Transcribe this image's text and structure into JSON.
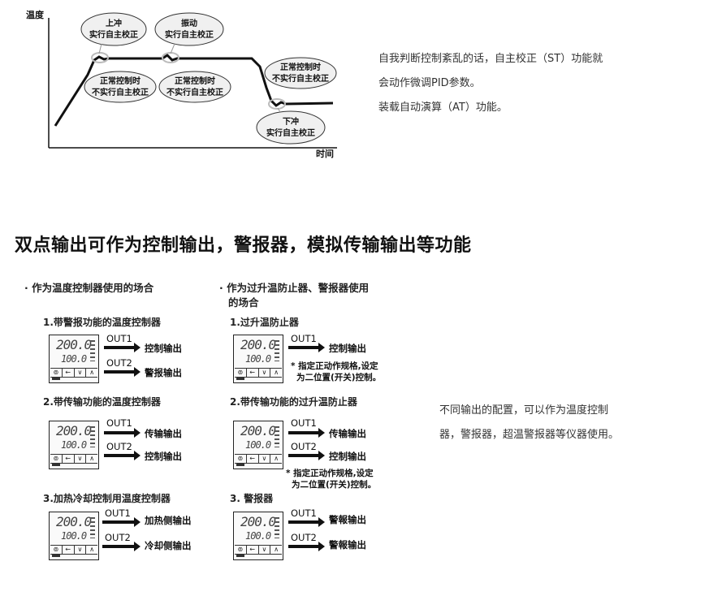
{
  "graph": {
    "y_label": "温度",
    "x_label": "时间",
    "bubbles": {
      "overshoot": [
        "上冲",
        "实行自主校正"
      ],
      "oscillation": [
        "振动",
        "实行自主校正"
      ],
      "normal_1": [
        "正常控制时",
        "不实行自主校正"
      ],
      "normal_2": [
        "正常控制时",
        "不实行自主校正"
      ],
      "normal_3": [
        "正常控制时",
        "不实行自主校正"
      ],
      "undershoot": [
        "下冲",
        "实行自主校正"
      ]
    }
  },
  "description": {
    "line1": "自我判断控制紊乱的话，自主校正（ST）功能就",
    "line2": "会动作微调PID参数。",
    "line3": "装载自动演算（AT）功能。"
  },
  "heading": "双点输出可作为控制输出，警报器，模拟传输输出等功能",
  "left_column": {
    "title": "· 作为温度控制器使用的场合",
    "items": [
      {
        "title": "1.带警报功能的温度控制器",
        "out1": "OUT1",
        "func1": "控制输出",
        "out2": "OUT2",
        "func2": "警报输出"
      },
      {
        "title": "2.带传输功能的温度控制器",
        "out1": "OUT1",
        "func1": "传输输出",
        "out2": "OUT2",
        "func2": "控制输出"
      },
      {
        "title": "3.加热冷却控制用温度控制器",
        "out1": "OUT1",
        "func1": "加热侧输出",
        "out2": "OUT2",
        "func2": "冷却侧输出"
      }
    ]
  },
  "right_column": {
    "title_line1": "· 作为过升温防止器、警报器使用",
    "title_line2": "的场合",
    "items": [
      {
        "title": "1.过升温防止器",
        "out1": "OUT1",
        "func1": "控制输出",
        "note_line1": "* 指定正动作规格,设定",
        "note_line2": "为二位置(开关)控制。"
      },
      {
        "title": "2.带传输功能的过升温防止器",
        "out1": "OUT1",
        "func1": "传输输出",
        "out2": "OUT2",
        "func2": "控制输出",
        "note_line1": "* 指定正动作规格,设定",
        "note_line2": "为二位置(开关)控制。"
      },
      {
        "title": "3. 警报器",
        "out1": "OUT1",
        "func1": "警報输出",
        "out2": "OUT2",
        "func2": "警報输出"
      }
    ]
  },
  "device": {
    "pv": "200.0",
    "sv": "100.0",
    "keys": [
      "⊚",
      "←",
      "∨",
      "∧"
    ]
  },
  "config_note": {
    "line1": "不同输出的配置，可以作为温度控制",
    "line2": "器，警报器，超温警报器等仪器使用。"
  }
}
